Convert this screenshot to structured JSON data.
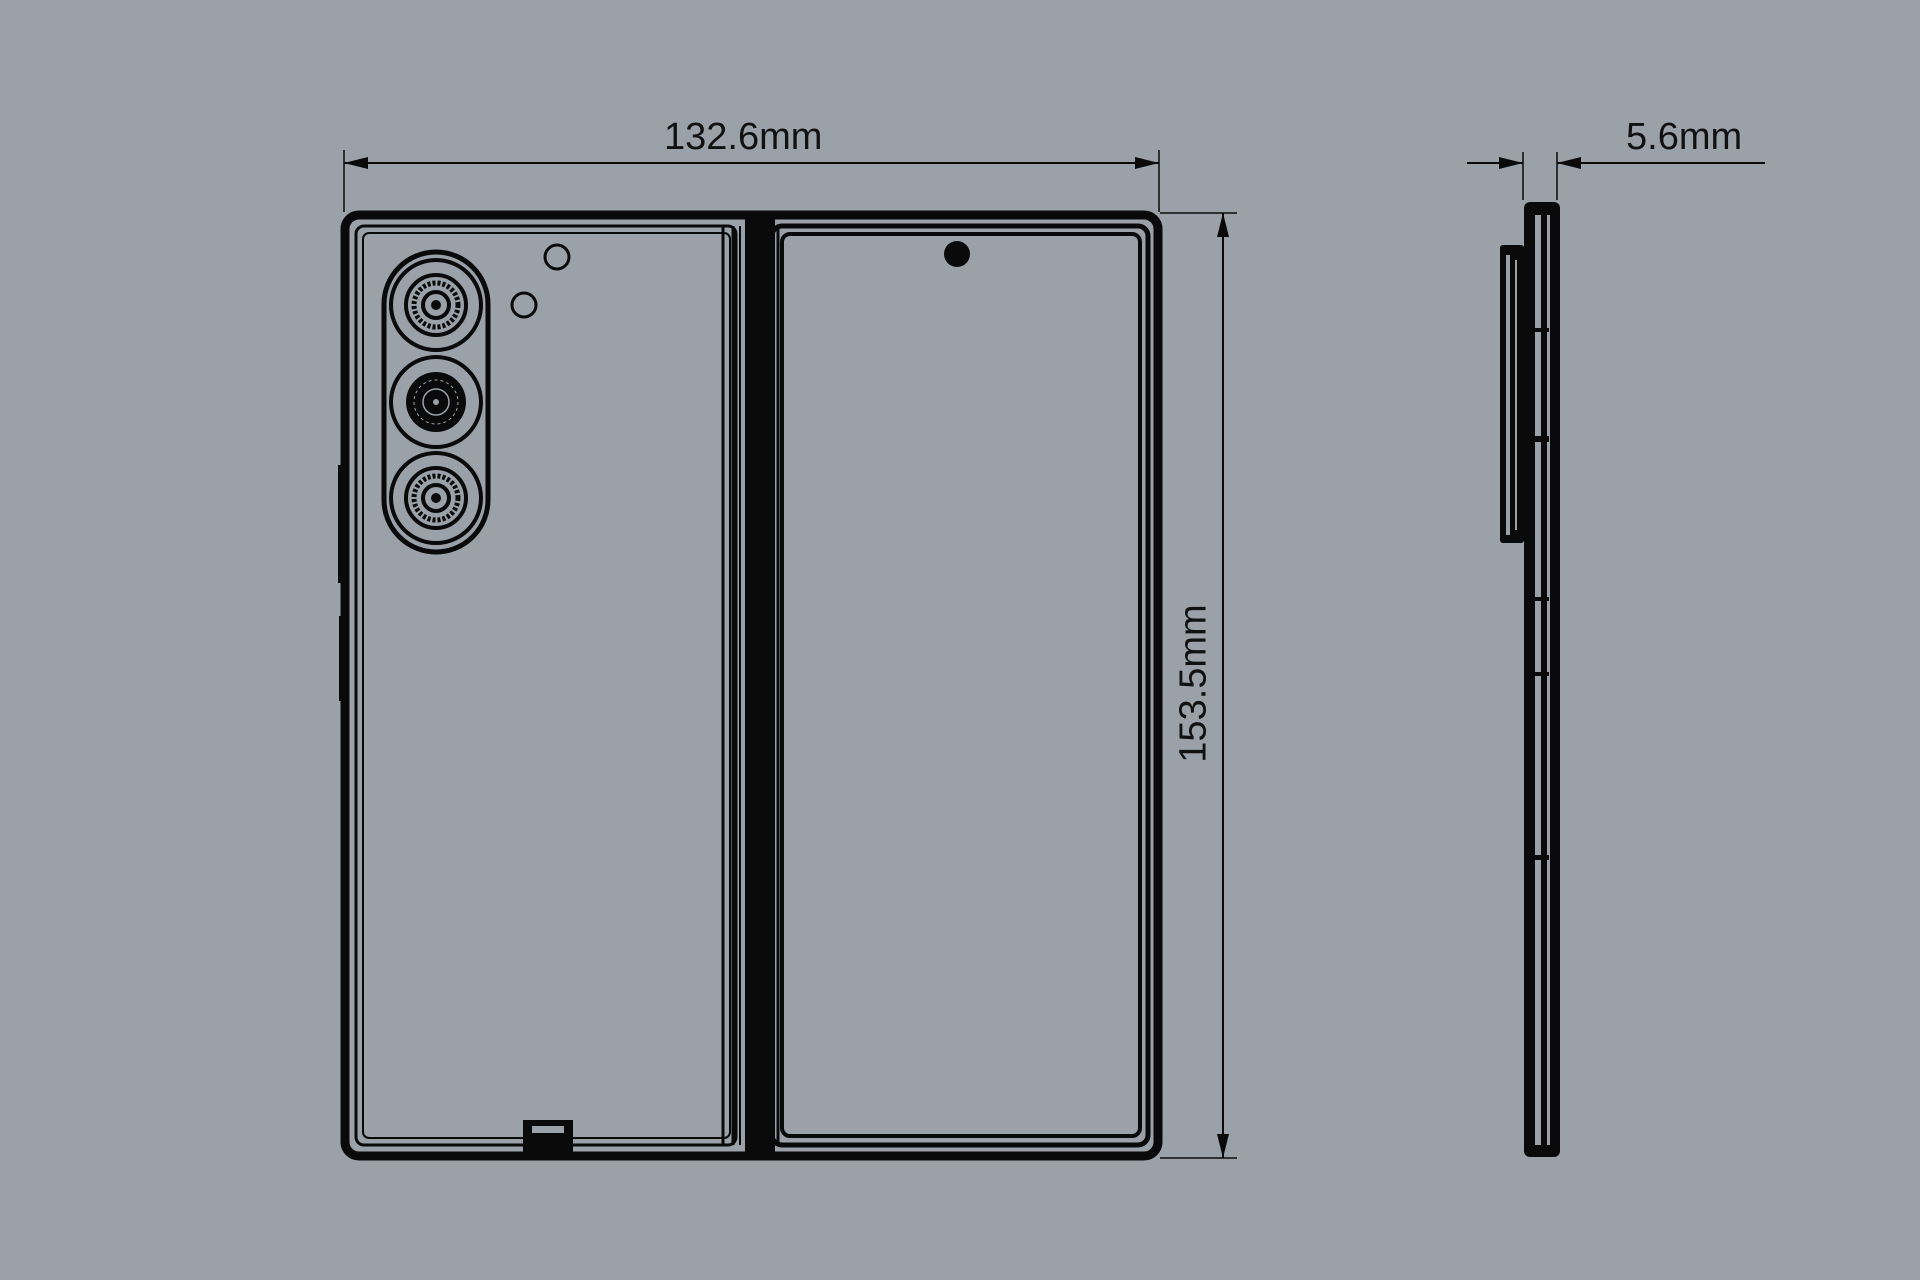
{
  "diagram": {
    "subject": "Foldable phone technical drawing (unfolded front/back view and side profile)",
    "background_color": "#9ba1a9",
    "line_color": "#0a0a0a",
    "dimensions": {
      "width": "132.6mm",
      "height": "153.5mm",
      "thickness": "5.6mm"
    },
    "views": [
      {
        "name": "unfolded-back-panel",
        "features": [
          "triple camera module",
          "2 sensor holes",
          "bottom port",
          "side buttons"
        ]
      },
      {
        "name": "unfolded-front-panel",
        "features": [
          "punch-hole front camera"
        ]
      },
      {
        "name": "side-profile",
        "features": [
          "camera bump",
          "button notches"
        ]
      }
    ]
  }
}
